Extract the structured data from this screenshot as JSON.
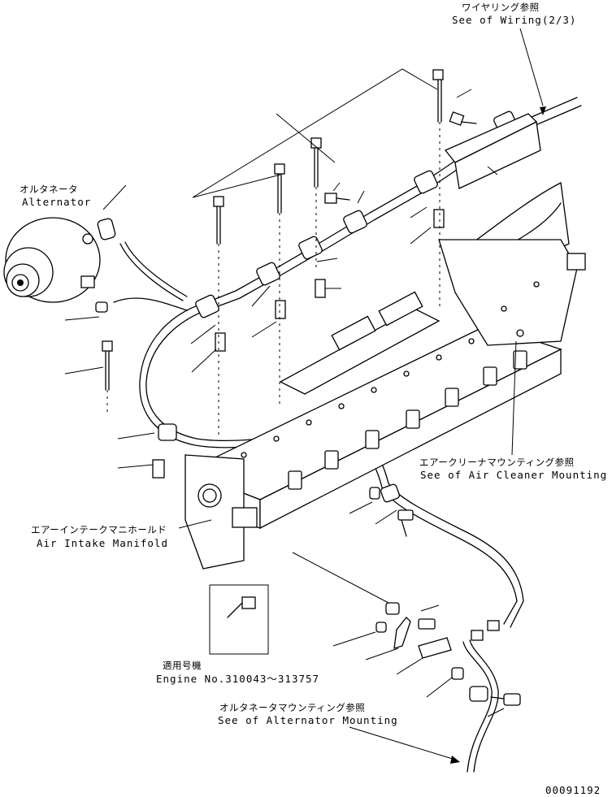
{
  "labels": {
    "wiring_jp": "ワイヤリング参照",
    "wiring_en": "See of Wiring(2/3)",
    "alternator_jp": "オルタネータ",
    "alternator_en": "Alternator",
    "air_cleaner_jp": "エアークリーナマウンティング参照",
    "air_cleaner_en": "See of Air Cleaner Mounting",
    "manifold_jp": "エアーインテークマニホールド",
    "manifold_en": "Air Intake Manifold",
    "applicable_jp": "適用号機",
    "engine_no": "Engine No.310043～313757",
    "alt_mount_jp": "オルタネータマウンティング参照",
    "alt_mount_en": "See of Alternator Mounting",
    "drawing_no": "00091192"
  }
}
